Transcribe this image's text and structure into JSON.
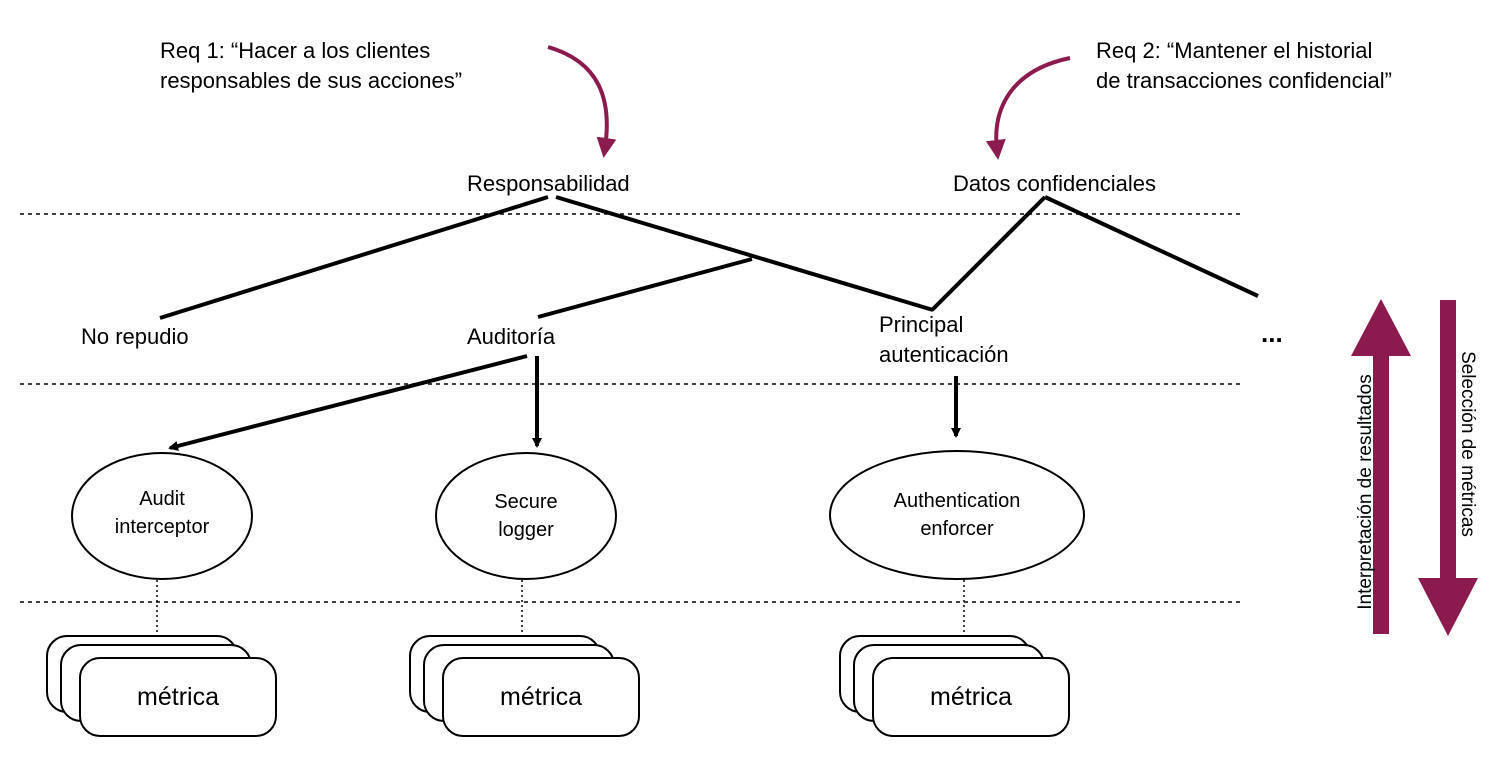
{
  "requirements": {
    "req1": [
      "Req 1: “Hacer a los clientes",
      "responsables de sus acciones”"
    ],
    "req2": [
      "Req 2: “Mantener el historial",
      "de transacciones confidencial”"
    ]
  },
  "concerns": {
    "responsabilidad": "Responsabilidad",
    "datos": "Datos confidenciales"
  },
  "principles": {
    "no_repudio": "No repudio",
    "auditoria": "Auditoría",
    "principal": [
      "Principal",
      "autenticación"
    ],
    "ellipsis": "..."
  },
  "patterns": {
    "audit": [
      "Audit",
      "interceptor"
    ],
    "secure": [
      "Secure",
      "logger"
    ],
    "auth": [
      "Authentication",
      "enforcer"
    ]
  },
  "metrics": {
    "label": "métrica"
  },
  "arrows": {
    "up_label": "Interpretación de resultados",
    "down_label": "Selección de métricas"
  },
  "colors": {
    "accent": "#8b1a4f",
    "line": "#000000"
  }
}
